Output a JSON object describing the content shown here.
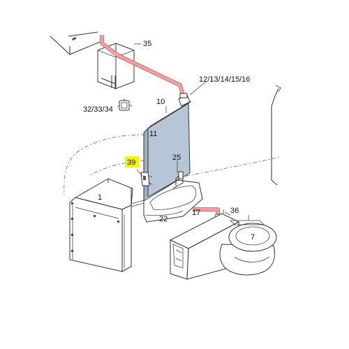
{
  "colors": {
    "water_pipe": "#f0a0a0",
    "water_pipe_edge": "#c77a7a",
    "tank_panel": "#b7c6d6",
    "highlight": "#f2f20a"
  },
  "callouts": {
    "c35": "35",
    "c12_16": "12/13/14/15/16",
    "c10": "10",
    "c11": "11",
    "c32_34": "32/33/34",
    "c39": "39",
    "c25": "25",
    "c1": "1",
    "c17": "17",
    "c36": "36",
    "c22": "22",
    "c7": "7"
  },
  "highlighted_callout": "39"
}
